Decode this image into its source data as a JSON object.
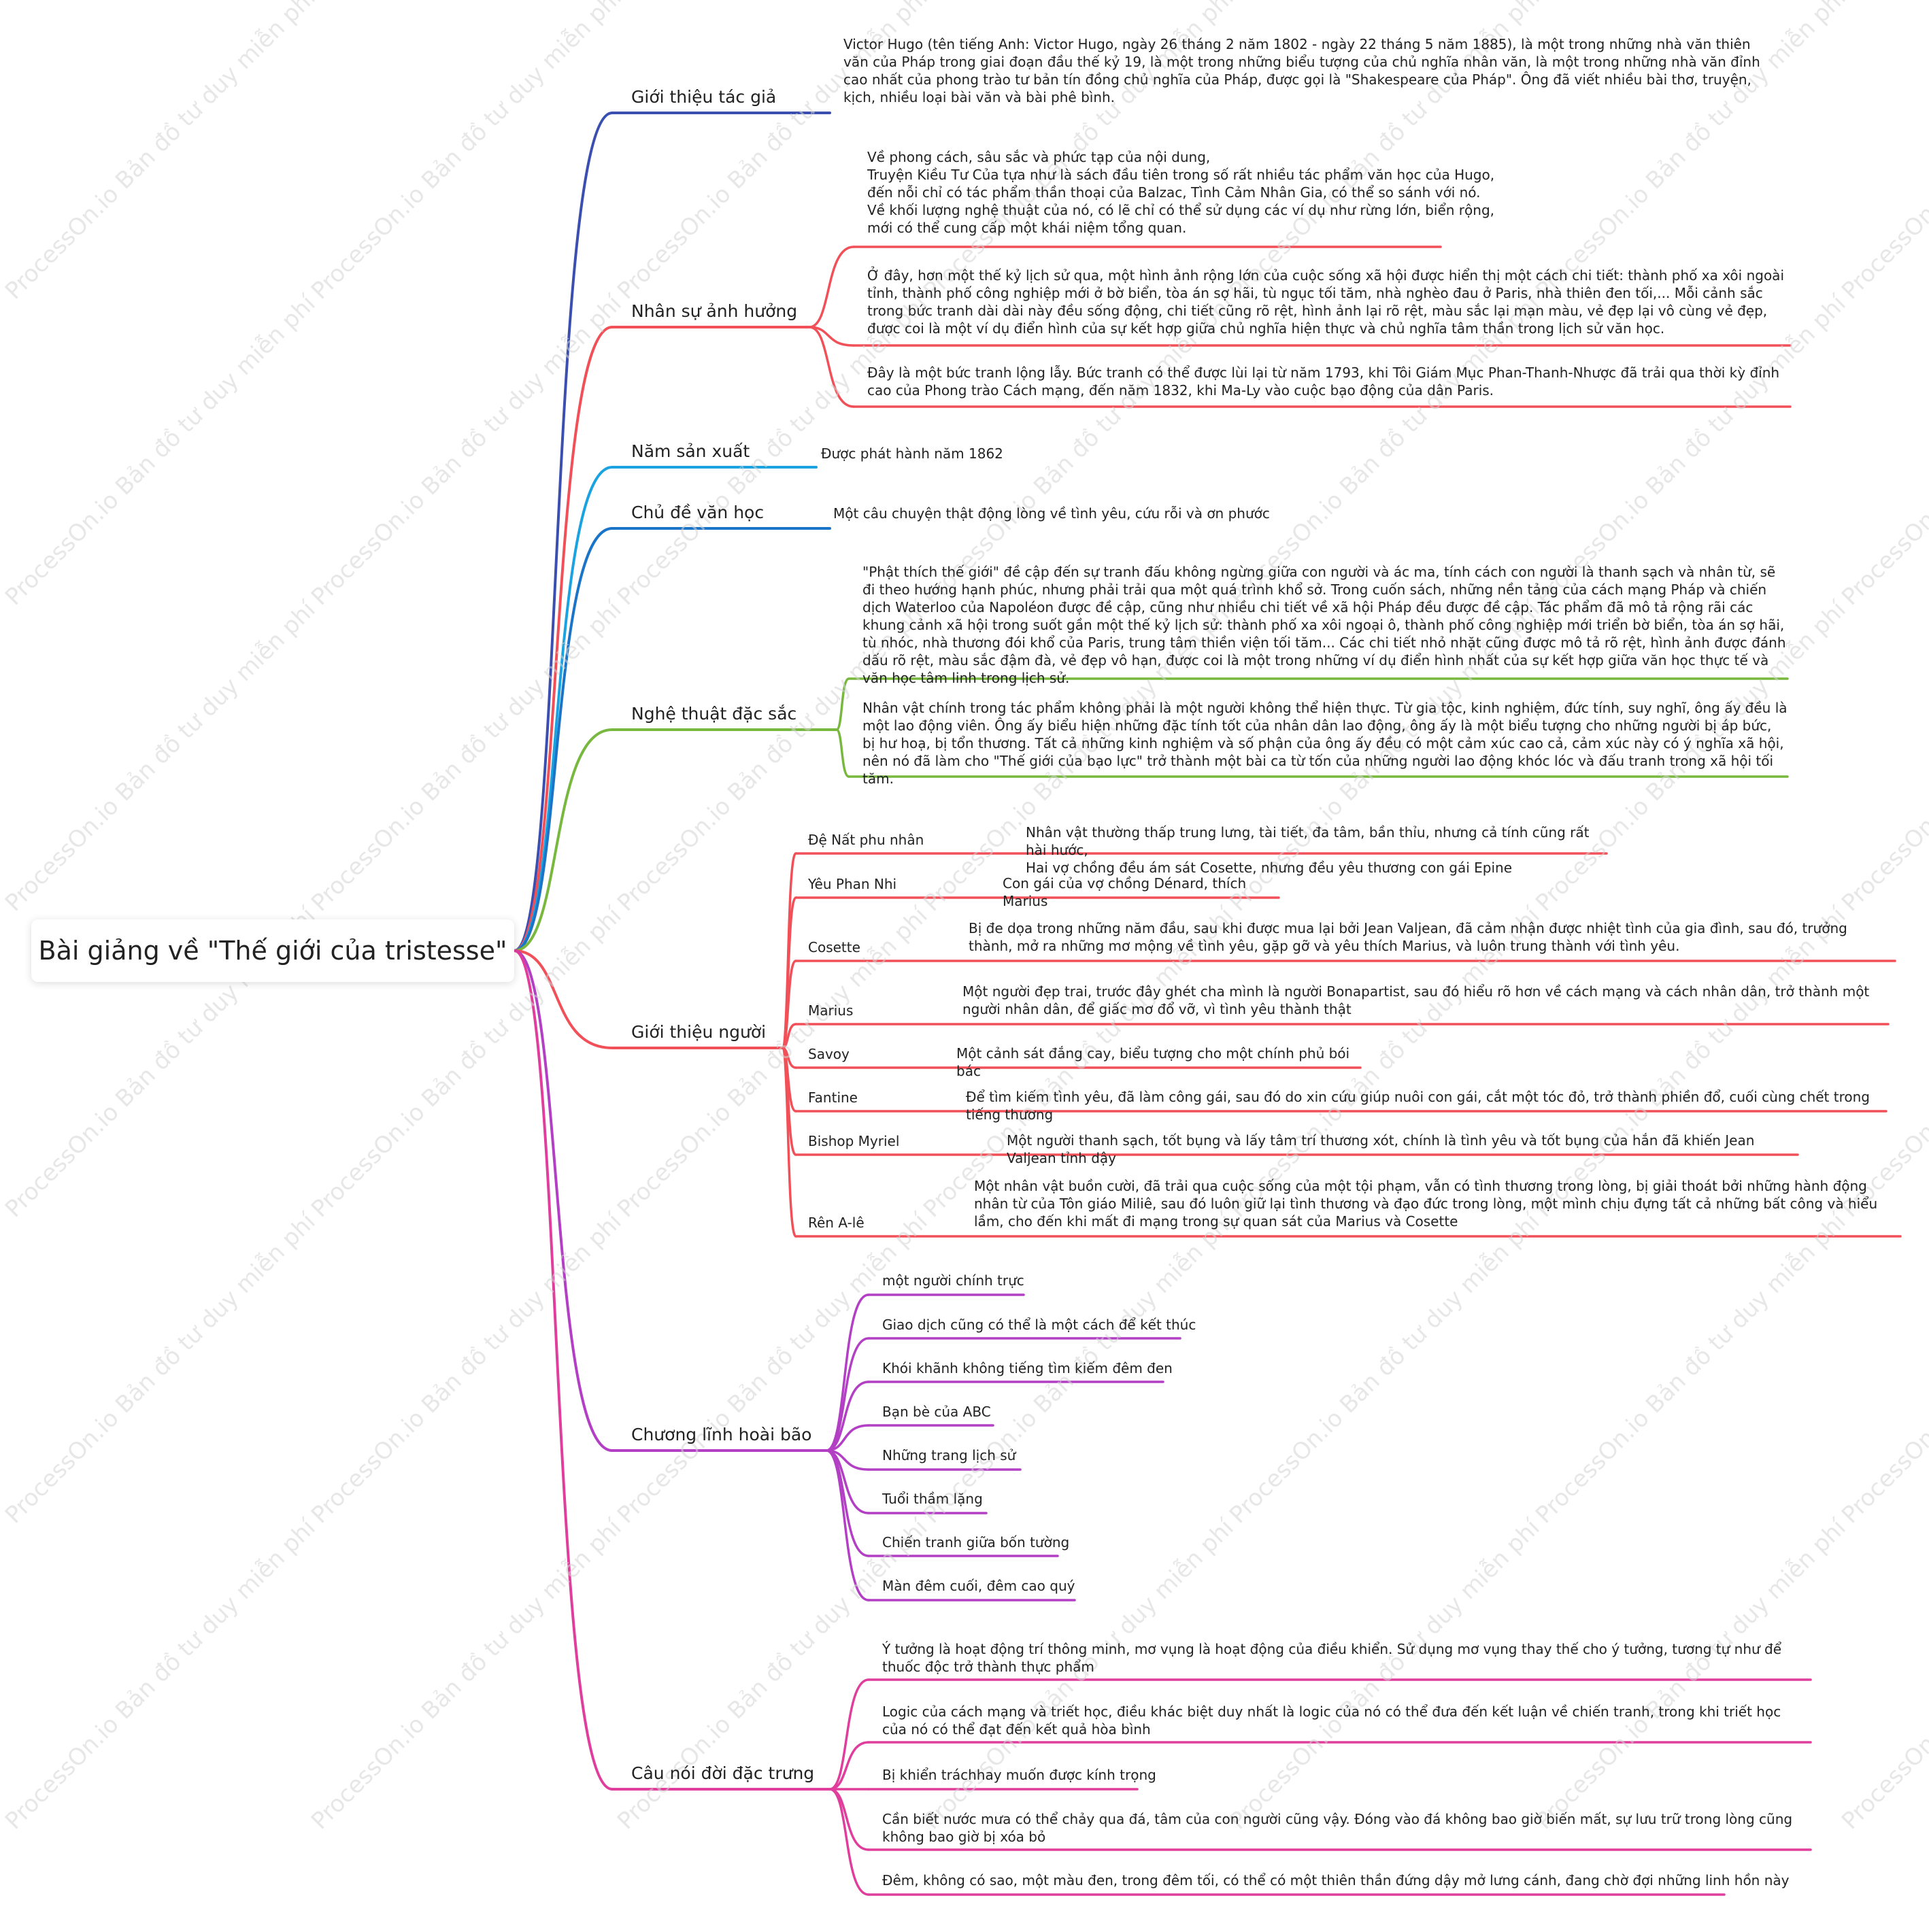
{
  "root": {
    "title": "Bài giảng về \"Thế giới của tristesse\""
  },
  "watermark": "ProcessOn.io Bản đồ tư duy miễn phí",
  "branches": [
    {
      "label": "Giới thiệu tác giả",
      "color": "#3a4fb0",
      "leaves": [
        "Victor Hugo (tên tiếng Anh: Victor Hugo, ngày 26 tháng 2 năm 1802 - ngày 22 tháng 5 năm 1885), là một trong những nhà văn thiên văn của Pháp trong giai đoạn đầu thế kỷ 19, là một trong những biểu tượng của chủ nghĩa nhân văn, là một trong những nhà văn đỉnh cao nhất của phong trào tư bản tín đồng chủ nghĩa của Pháp, được gọi là \"Shakespeare của Pháp\". Ông đã viết nhiều bài thơ, truyện, kịch, nhiều loại bài văn và bài phê bình."
      ]
    },
    {
      "label": "Nhân sự ảnh hưởng",
      "color": "#f25058",
      "leaves": [
        "Về phong cách, sâu sắc và phức tạp của nội dung,\nTruyện Kiều Tư Của tựa như là sách đầu tiên trong số rất nhiều tác phẩm văn học của Hugo,\nđến nỗi chỉ có tác phẩm thần thoại của Balzac, Tình Cảm Nhân Gia, có thể so sánh với nó.\nVề khối lượng nghệ thuật của nó, có lẽ chỉ có thể sử dụng các ví dụ như rừng lớn, biển rộng,\nmới có thể cung cấp một khái niệm tổng quan.",
        "Ở đây, hơn một thế kỷ lịch sử qua, một hình ảnh rộng lớn của cuộc sống xã hội được hiển thị một cách chi tiết: thành phố xa xôi ngoài tỉnh, thành phố công nghiệp mới ở bờ biển, tòa án sợ hãi, tù ngục tối tăm, nhà nghèo đau ở Paris, nhà thiên đen tối,... Mỗi cảnh sắc trong bức tranh dài dài này đều sống động, chi tiết cũng rõ rệt, hình ảnh lại rõ rệt, màu sắc lại mạn màu, vẻ đẹp lại vô cùng vẻ đẹp, được coi là một ví dụ điển hình của sự kết hợp giữa chủ nghĩa hiện thực và chủ nghĩa tâm thần trong lịch sử văn học.",
        "Đây là một bức tranh lộng lẫy. Bức tranh có thể được lùi lại từ năm 1793, khi Tôi Giám Mục Phan-Thanh-Nhược đã trải qua thời kỳ đỉnh cao của Phong trào Cách mạng, đến năm 1832, khi Ma-Ly vào cuộc bạo động của dân Paris."
      ]
    },
    {
      "label": "Năm sản xuất",
      "color": "#1aa3e0",
      "leaves": [
        "Được phát hành năm 1862"
      ]
    },
    {
      "label": "Chủ đề văn học",
      "color": "#1a74c8",
      "leaves": [
        "Một câu chuyện thật động lòng về tình yêu, cứu rỗi và ơn phước"
      ]
    },
    {
      "label": "Nghệ thuật đặc sắc",
      "color": "#78b83f",
      "leaves": [
        "\"Phật thích thế giới\" đề cập đến sự tranh đấu không ngừng giữa con người và ác ma, tính cách con người là thanh sạch và nhân từ, sẽ đi theo hướng hạnh phúc, nhưng phải trải qua một quá trình khổ sở. Trong cuốn sách, những nền tảng của cách mạng Pháp và chiến dịch Waterloo của Napoléon được đề cập, cũng như nhiều chi tiết về xã hội Pháp đều được đề cập. Tác phẩm đã mô tả rộng rãi các khung cảnh xã hội trong suốt gần một thế kỷ lịch sử: thành phố xa xôi ngoại ô, thành phố công nghiệp mới triển bờ biển, tòa án sợ hãi, tù nhóc, nhà thương đói khổ của Paris, trung tâm thiền viện tối tăm... Các chi tiết nhỏ nhặt cũng được mô tả rõ rệt, hình ảnh được đánh dấu rõ rệt, màu sắc đậm đà, vẻ đẹp vô hạn, được coi là một trong những ví dụ điển hình nhất của sự kết hợp giữa văn học thực tế và văn học tâm linh trong lịch sử.",
        "Nhân vật chính trong tác phẩm không phải là một người không thể hiện thực. Từ gia tộc, kinh nghiệm, đức tính, suy nghĩ, ông ấy đều là một lao động viên. Ông ấy biểu hiện những đặc tính tốt của nhân dân lao động, ông ấy là một biểu tượng cho những người bị áp bức, bị hư hoạ, bị tổn thương. Tất cả những kinh nghiệm và số phận của ông ấy đều có một cảm xúc cao cả, cảm xúc này có ý nghĩa xã hội, nên nó đã làm cho \"Thế giới của bạo lực\" trở thành một bài ca từ tốn của những người lao động khóc lóc và đấu tranh trong xã hội tối tăm."
      ]
    },
    {
      "label": "Giới thiệu người",
      "color": "#f25058",
      "characters": [
        {
          "name": "Đệ Nất phu nhân",
          "desc": "Nhân vật thường thấp trung lưng, tài tiết, đa tâm, bần thỉu, nhưng cả tính cũng rất hài hước,\nHai vợ chồng đều ám sát Cosette, nhưng đều yêu thương con gái Epine"
        },
        {
          "name": "Yêu Phan Nhi",
          "desc": "Con gái của vợ chồng Dénard, thích Marius"
        },
        {
          "name": "Cosette",
          "desc": "Bị đe dọa trong những năm đầu, sau khi được mua lại bởi Jean Valjean, đã cảm nhận được nhiệt tình của gia đình, sau đó, trưởng thành, mở ra những mơ mộng về tình yêu, gặp gỡ và yêu thích Marius, và luôn trung thành với tình yêu."
        },
        {
          "name": "Marius",
          "desc": "Một người đẹp trai, trước đây ghét cha mình là người Bonapartist, sau đó hiểu rõ hơn về cách mạng và cách nhân dân, trở thành một người nhân dân, để giấc mơ đổ vỡ, vì tình yêu thành thật"
        },
        {
          "name": "Savoy",
          "desc": "Một cảnh sát đắng cay, biểu tượng cho một chính phủ bói bác"
        },
        {
          "name": "Fantine",
          "desc": "Để tìm kiếm tình yêu, đã làm công gái, sau đó do xin cứu giúp nuôi con gái, cắt một tóc đỏ, trở thành phiền đổ, cuối cùng chết trong tiếng thương"
        },
        {
          "name": "Bishop Myriel",
          "desc": "Một người thanh sạch, tốt bụng và lấy tâm trí thương xót, chính là tình yêu và tốt bụng của hắn đã khiến Jean Valjean tỉnh dậy"
        },
        {
          "name": "Rên A-lê",
          "desc": "Một nhân vật buồn cười, đã trải qua cuộc sống của một tội phạm, vẫn có tình thương trong lòng, bị giải thoát bởi những hành động nhân từ của Tôn giáo Miliê, sau đó luôn giữ lại tình thương và đạo đức trong lòng, một mình chịu đựng tất cả những bất công và hiểu lầm, cho đến khi mất đi mạng trong sự quan sát của Marius và Cosette"
        }
      ]
    },
    {
      "label": "Chương lĩnh hoài bão",
      "color": "#b23fc4",
      "leaves": [
        "một người chính trực",
        "Giao dịch cũng có thể là một cách để kết thúc",
        "Khói khãnh không tiếng tìm kiếm đêm đen",
        "Bạn bè của ABC",
        "Những trang lịch sử",
        "Tuổi thầm lặng",
        "Chiến tranh giữa bốn tường",
        "Màn đêm cuối, đêm cao quý"
      ]
    },
    {
      "label": "Câu nói đời đặc trưng",
      "color": "#e03e9c",
      "leaves": [
        "Ý tưởng là hoạt động trí thông minh, mơ vụng là hoạt động của điều khiển. Sử dụng mơ vụng thay thế cho ý tưởng, tương tự như để thuốc độc trở thành thực phẩm",
        "Logic của cách mạng và triết học, điều khác biệt duy nhất là logic của nó có thể đưa đến kết luận về chiến tranh, trong khi triết học của nó có thể đạt đến kết quả hòa bình",
        "Bị khiển tráchhay muốn được kính trọng",
        "Cần biết nước mưa có thể chảy qua đá, tâm của con người cũng vậy. Đóng vào đá không bao giờ biến mất, sự lưu trữ trong lòng cũng không bao giờ bị xóa bỏ",
        "Đêm, không có sao, một màu đen, trong đêm tối, có thể có một thiên thần đứng dậy mở lưng cánh, đang chờ đợi những linh hồn này"
      ]
    }
  ]
}
